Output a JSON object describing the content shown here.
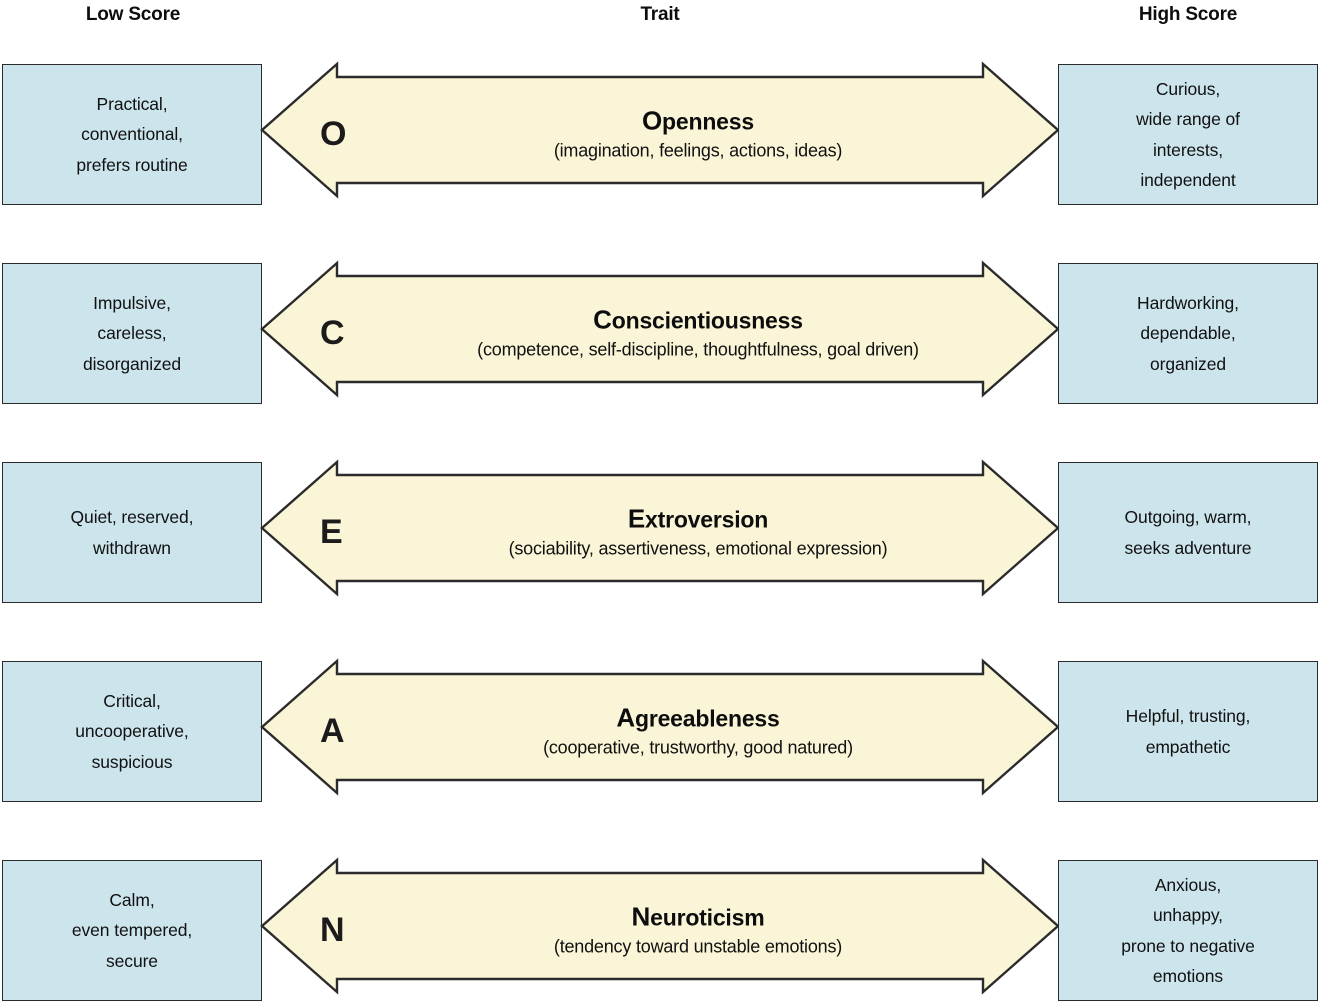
{
  "headers": {
    "low": "Low Score",
    "trait": "Trait",
    "high": "High Score"
  },
  "colors": {
    "score_box_fill": "#cce4ec",
    "arrow_fill": "#faf5d7",
    "stroke": "#2b2b2b",
    "text": "#111111",
    "background": "#ffffff"
  },
  "rows": [
    {
      "letter": "O",
      "trait_initial": "O",
      "trait_rest": "penness",
      "trait_full": "Openness",
      "description": "(imagination, feelings, actions, ideas)",
      "low": "Practical,\nconventional,\nprefers routine",
      "high": "Curious,\nwide range of\ninterests,\nindependent"
    },
    {
      "letter": "C",
      "trait_initial": "C",
      "trait_rest": "onscientiousness",
      "trait_full": "Conscientiousness",
      "description": "(competence, self-discipline, thoughtfulness, goal driven)",
      "low": "Impulsive,\ncareless,\ndisorganized",
      "high": "Hardworking,\ndependable,\norganized"
    },
    {
      "letter": "E",
      "trait_initial": "E",
      "trait_rest": "xtroversion",
      "trait_full": "Extroversion",
      "description": "(sociability, assertiveness, emotional expression)",
      "low": "Quiet, reserved,\nwithdrawn",
      "high": "Outgoing, warm,\nseeks adventure"
    },
    {
      "letter": "A",
      "trait_initial": "A",
      "trait_rest": "greeableness",
      "trait_full": "Agreeableness",
      "description": "(cooperative, trustworthy, good natured)",
      "low": "Critical,\nuncooperative,\nsuspicious",
      "high": "Helpful, trusting,\nempathetic"
    },
    {
      "letter": "N",
      "trait_initial": "N",
      "trait_rest": "euroticism",
      "trait_full": "Neuroticism",
      "description": "(tendency toward unstable emotions)",
      "low": "Calm,\neven tempered,\nsecure",
      "high": "Anxious,\nunhappy,\nprone to negative\nemotions"
    }
  ]
}
